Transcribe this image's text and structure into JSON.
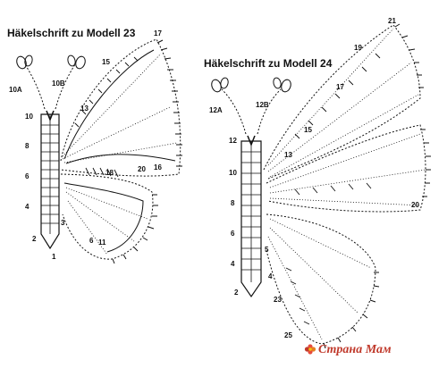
{
  "titles": {
    "model23": "Häkelschrift zu Modell 23",
    "model24": "Häkelschrift zu Modell 24"
  },
  "watermark": {
    "text": "Страна Мам",
    "color": "#c0392b"
  },
  "diagram_23": {
    "row_labels_left": [
      "10",
      "8",
      "6",
      "4",
      "2"
    ],
    "row_labels_right": [
      "3"
    ],
    "antenna_labels": [
      "10A",
      "10B"
    ],
    "wing_labels": [
      "15",
      "17",
      "13",
      "16",
      "18",
      "20",
      "6",
      "1",
      "11"
    ]
  },
  "diagram_24": {
    "row_labels_left": [
      "12",
      "10",
      "8",
      "6",
      "4",
      "2"
    ],
    "row_labels_right": [
      "5",
      "4"
    ],
    "antenna_labels": [
      "12A",
      "12B"
    ],
    "wing_labels": [
      "21",
      "19",
      "17",
      "15",
      "13",
      "20",
      "23",
      "25"
    ]
  }
}
